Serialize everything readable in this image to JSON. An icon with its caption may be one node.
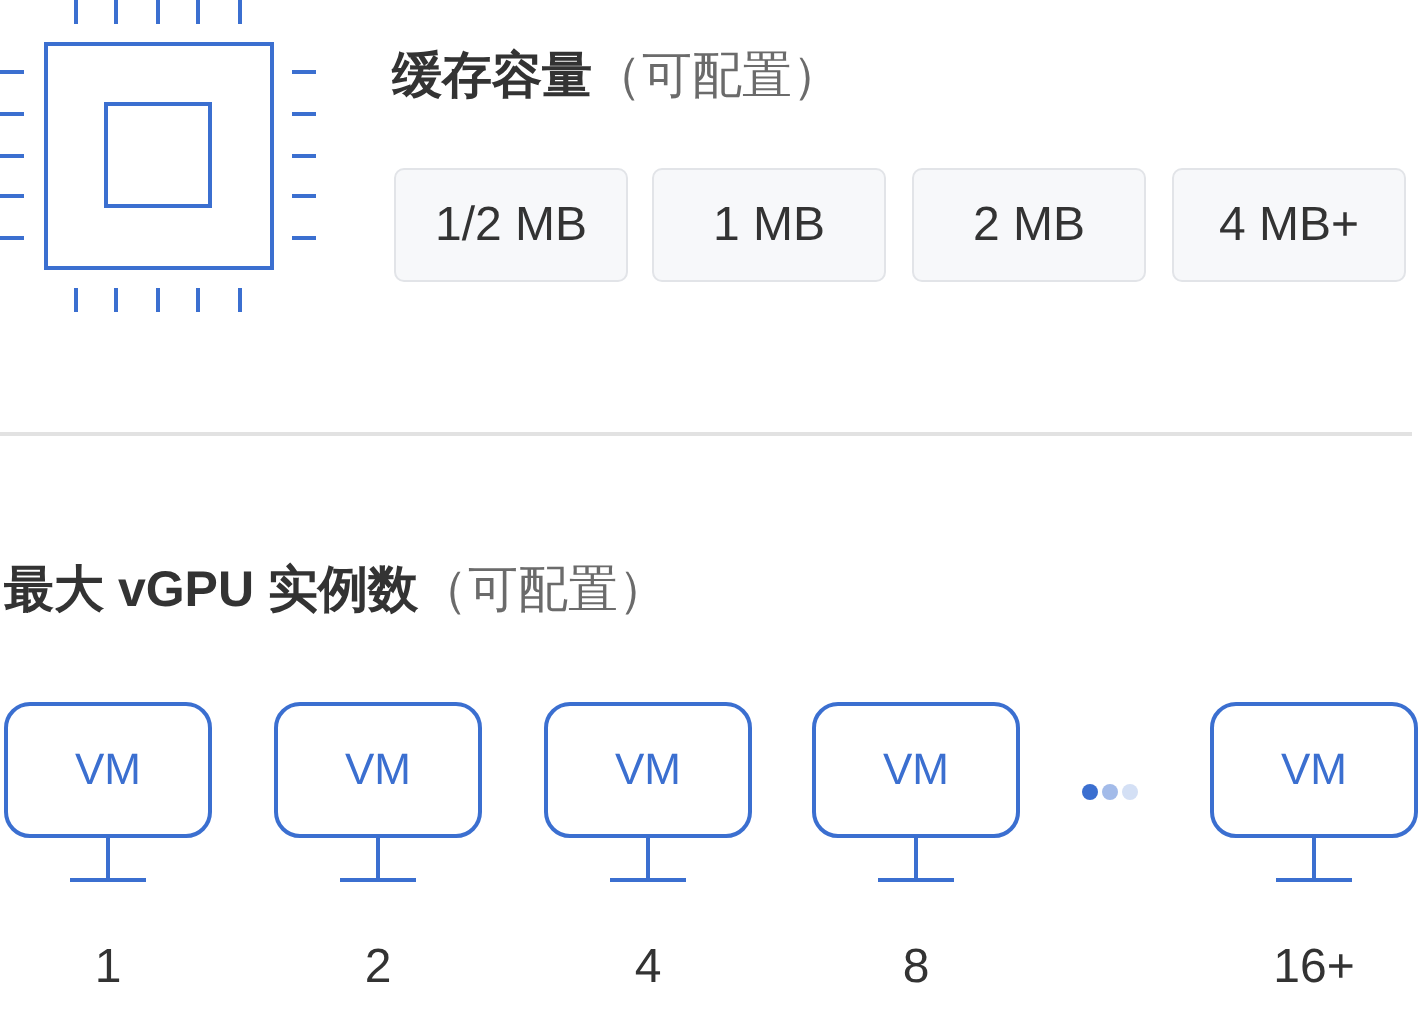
{
  "diagram": {
    "nodes": [
      {
        "text": [
          "1/2 MB"
        ]
      },
      {
        "text": [
          "1 MB"
        ]
      },
      {
        "text": [
          "2 MB"
        ]
      },
      {
        "text": [
          "4 MB+"
        ]
      },
      {
        "text": [
          "VM"
        ],
        "beside": [
          "1"
        ]
      },
      {
        "text": [
          "VM"
        ],
        "beside": [
          "2"
        ]
      },
      {
        "text": [
          "VM"
        ],
        "beside": [
          "4"
        ]
      },
      {
        "text": [
          "VM"
        ],
        "beside": [
          "8"
        ]
      },
      {
        "text": [
          "VM"
        ],
        "beside": [
          "16+"
        ]
      }
    ],
    "labels": [
      "**缓存容量**（可配置）",
      "**最大 vGPU 实例数**（可配置）"
    ]
  }
}
